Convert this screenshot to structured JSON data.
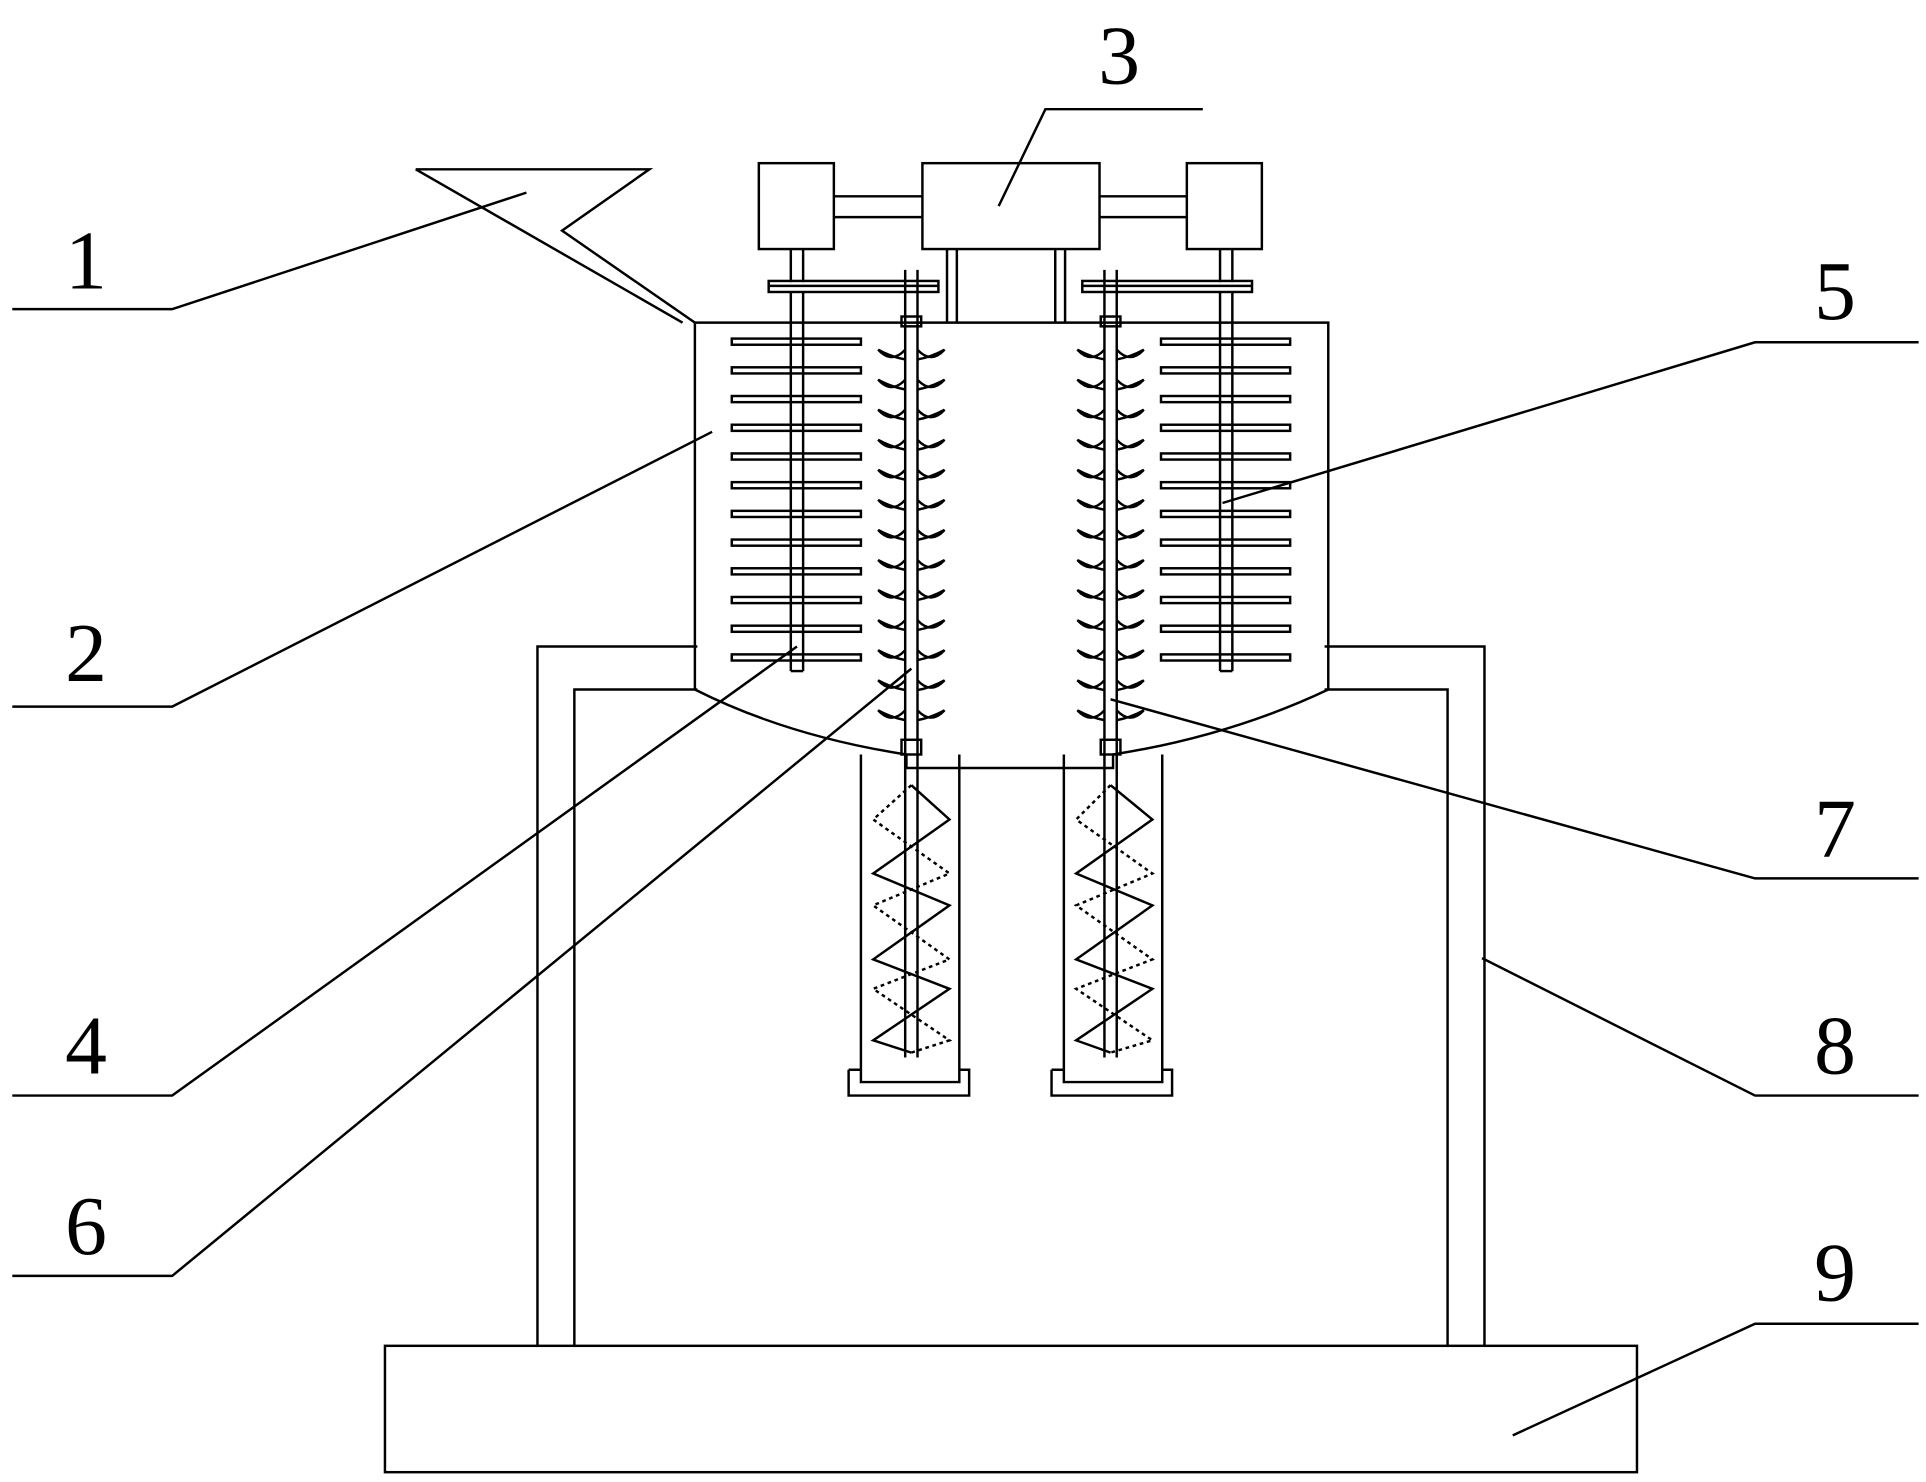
{
  "labels": [
    {
      "id": "1",
      "text": "1"
    },
    {
      "id": "2",
      "text": "2"
    },
    {
      "id": "3",
      "text": "3"
    },
    {
      "id": "4",
      "text": "4"
    },
    {
      "id": "5",
      "text": "5"
    },
    {
      "id": "6",
      "text": "6"
    },
    {
      "id": "7",
      "text": "7"
    },
    {
      "id": "8",
      "text": "8"
    },
    {
      "id": "9",
      "text": "9"
    }
  ],
  "colors": {
    "stroke": "#000000",
    "background": "#ffffff"
  }
}
